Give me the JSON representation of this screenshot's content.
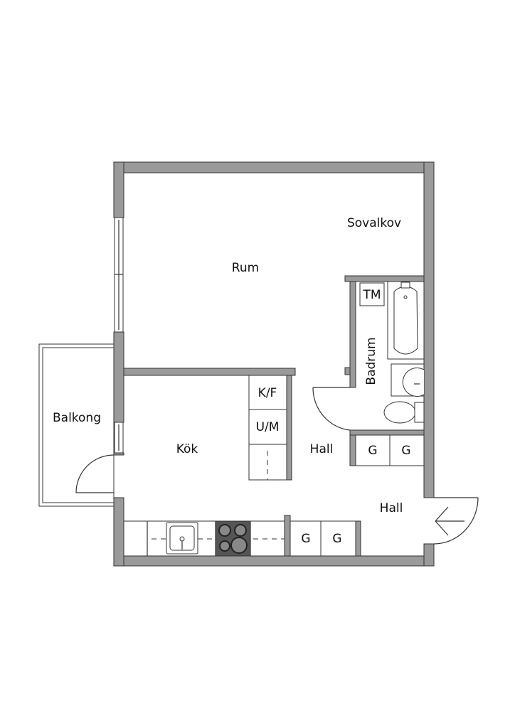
{
  "rooms": {
    "sovalkov": "Sovalkov",
    "rum": "Rum",
    "badrum": "Badrum",
    "balkong": "Balkong",
    "kok": "Kök",
    "hall_inner": "Hall",
    "hall_entrance": "Hall"
  },
  "fixtures": {
    "tm": "TM",
    "kf": "K/F",
    "um": "U/M",
    "closet_bath_1": "G",
    "closet_bath_2": "G",
    "closet_kitchen_1": "G",
    "closet_kitchen_2": "G"
  },
  "colors": {
    "wall": "#9a9a9a",
    "line": "#333333",
    "stove": "#555555"
  }
}
